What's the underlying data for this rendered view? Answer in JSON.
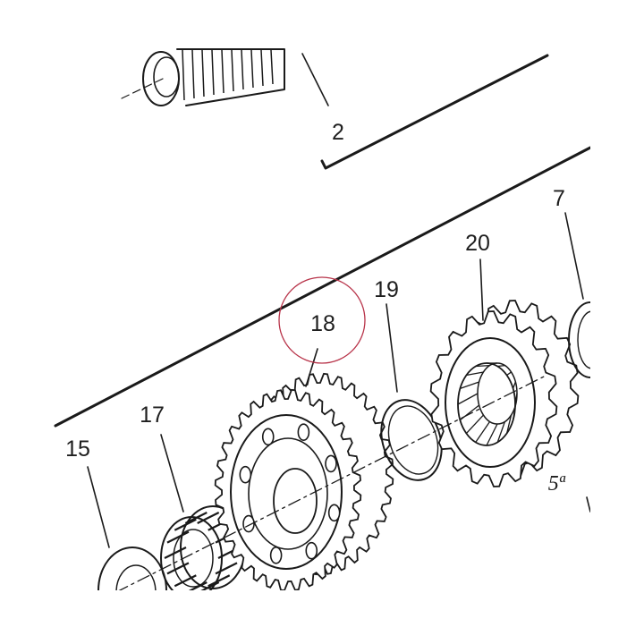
{
  "colors": {
    "ink": "#1a1a1a",
    "highlight": "#b8344a",
    "background": "#ffffff"
  },
  "callouts": {
    "c2": "2",
    "c7": "7",
    "c15": "15",
    "c17": "17",
    "c18": "18",
    "c19": "19",
    "c20": "20"
  },
  "gear_mark": "5ª",
  "highlighted_part": "18"
}
